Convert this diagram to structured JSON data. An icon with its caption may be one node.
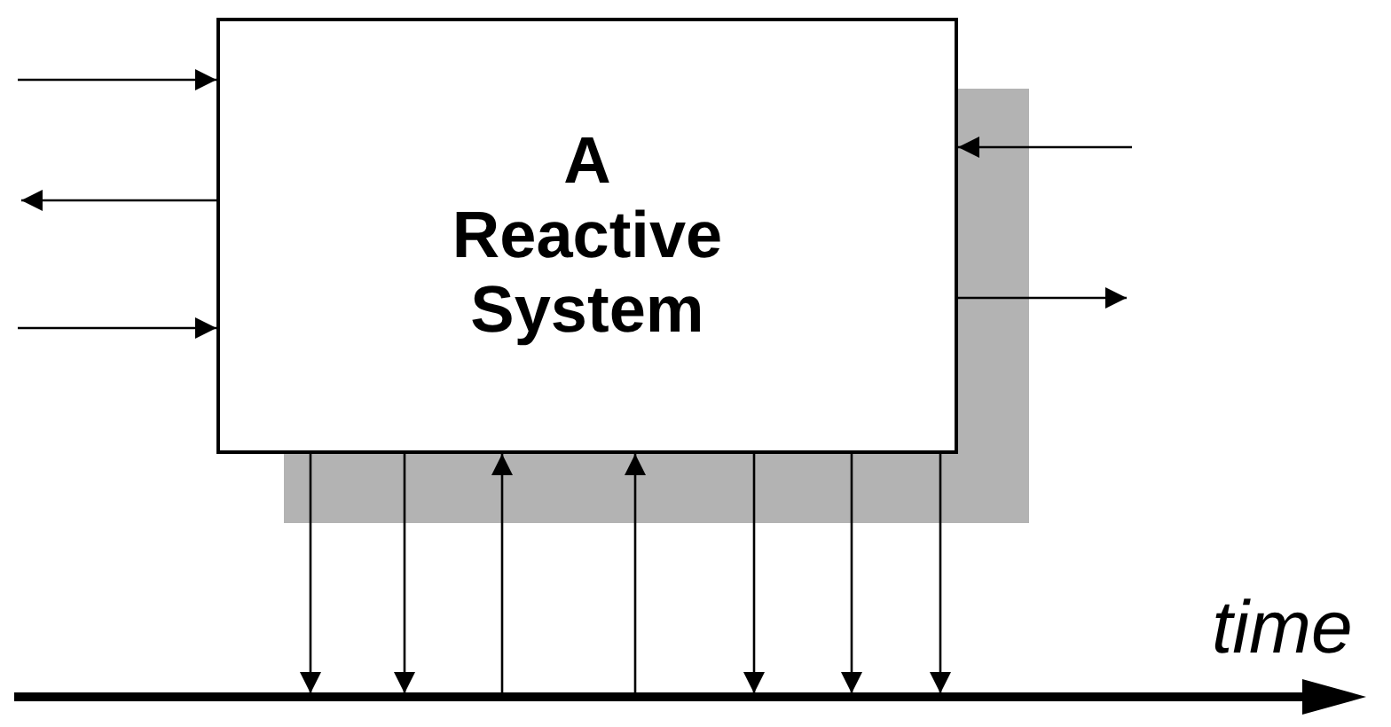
{
  "diagram": {
    "nodes": [
      {
        "text": [
          "A Reactive System"
        ]
      },
      {
        "text": [],
        "shape": "arrow",
        "beside": [
          "time"
        ]
      }
    ],
    "edges": [
      {
        "from": null,
        "to": 0,
        "arrow": "to"
      },
      {
        "from": 0,
        "to": null,
        "arrow": "to"
      },
      {
        "from": null,
        "to": 0,
        "arrow": "to"
      },
      {
        "from": null,
        "to": 0,
        "arrow": "to"
      },
      {
        "from": 0,
        "to": null,
        "arrow": "to"
      },
      {
        "from": 0,
        "to": 1,
        "arrow": "to"
      },
      {
        "from": 0,
        "to": 1,
        "arrow": "to"
      },
      {
        "from": 1,
        "to": 0,
        "arrow": "to"
      },
      {
        "from": 1,
        "to": 0,
        "arrow": "to"
      },
      {
        "from": 0,
        "to": 1,
        "arrow": "to"
      },
      {
        "from": 0,
        "to": 1,
        "arrow": "to"
      },
      {
        "from": 0,
        "to": 1,
        "arrow": "to"
      }
    ]
  }
}
